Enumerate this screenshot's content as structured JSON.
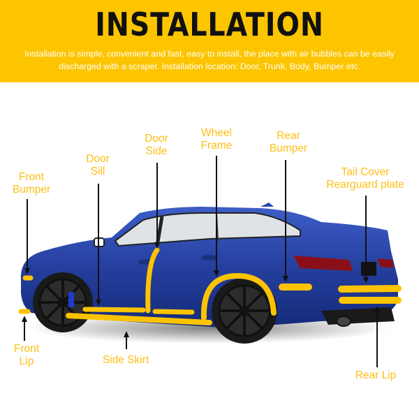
{
  "header": {
    "title": "INSTALLATION",
    "description": "Installation is simple, convenient and fast, easy to install, the place with air bubbles can be easily discharged with a scraper. Installation location: Door, Trunk, Body, Bumper etc.",
    "background_color": "#fdc500"
  },
  "labels": {
    "front_bumper": "Front\nBumper",
    "door_sill": "Door\nSill",
    "door_side": "Door\nSide",
    "wheel_frame": "Wheel\nFrame",
    "rear_bumper": "Rear\nBumper",
    "tail_cover": "Tail Cover\nRearguard plate",
    "front_lip": "Front\nLip",
    "side_skirt": "Side Skirt",
    "rear_lip": "Rear Lip"
  },
  "colors": {
    "label_text": "#fdbf14",
    "strip": "#fcc400",
    "car_body": "#1f3a9e"
  }
}
